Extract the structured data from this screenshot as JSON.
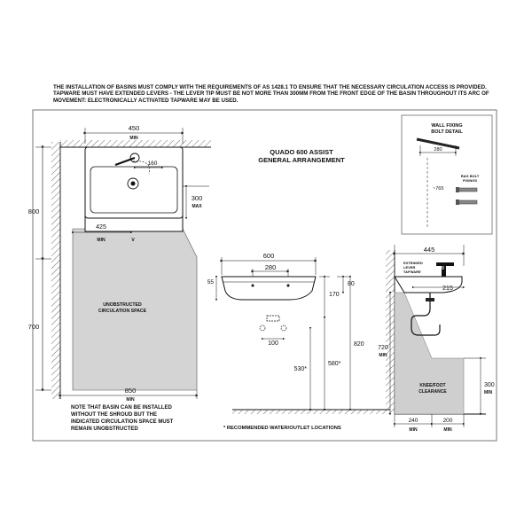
{
  "notice": {
    "line1": "THE INSTALLATION OF BASINS MUST COMPLY WITH THE REQUIREMENTS OF AS 1428.1 TO ENSURE THAT THE NECESSARY CIRCULATION ACCESS IS PROVIDED.",
    "line2": "TAPWARE MUST HAVE EXTENDED LEVERS - THE LEVER TIP MUST BE NOT MORE THAN 300MM FROM THE FRONT EDGE OF THE BASIN THROUGHOUT ITS ARC OF",
    "line3": "MOVEMENT:  ELECTRONICALLY ACTIVATED TAPWARE MAY BE USED."
  },
  "title": {
    "line1": "QUADO 600 ASSIST",
    "line2": "GENERAL ARRANGEMENT"
  },
  "plan_view": {
    "dim_450": "450",
    "dim_450_min": "MIN",
    "dim_160": "160",
    "dim_300": "300",
    "dim_300_max": "MAX",
    "dim_425": "425",
    "dim_425_min": "MIN",
    "dim_800": "800",
    "dim_700": "700",
    "dim_850": "850",
    "dim_850_min": "MIN",
    "space_line1": "UNOBSTRUCTED",
    "space_line2": "CIRCULATION SPACE",
    "note_line1": "NOTE THAT BASIN CAN BE INSTALLED",
    "note_line2": "WITHOUT THE SHROUD BUT THE",
    "note_line3": "INDICATED CIRCULATION SPACE MUST",
    "note_line4": "REMAIN UNOBSTRUCTED",
    "small_mark": "∨"
  },
  "wall_detail": {
    "title_line1": "WALL FIXING",
    "title_line2": "BOLT DETAIL",
    "dim_280": "280",
    "dim_765": "~765",
    "rag_line1": "RAG BOLT",
    "rag_line2": "FIXINGS"
  },
  "front_view": {
    "dim_600": "600",
    "dim_280": "280",
    "dim_55": "55",
    "dim_170": "170",
    "dim_80": "80",
    "dim_100": "100",
    "dim_530": "530*",
    "dim_580": "580*",
    "dim_820": "820"
  },
  "side_view": {
    "dim_445": "445",
    "lever_line1": "EXTENDED",
    "lever_line2": "LEVER",
    "lever_line3": "TAPWARE",
    "dim_215": "215",
    "dim_720": "720",
    "dim_720_min": "MIN",
    "knee_line1": "KNEE/FOOT",
    "knee_line2": "CLEARANCE",
    "dim_300": "300",
    "dim_300_min": "MIN",
    "dim_240": "240",
    "dim_240_min": "MIN",
    "dim_200": "200",
    "dim_200_min": "MIN"
  },
  "footnote": "* RECOMMENDED WATER/OUTLET LOCATIONS"
}
